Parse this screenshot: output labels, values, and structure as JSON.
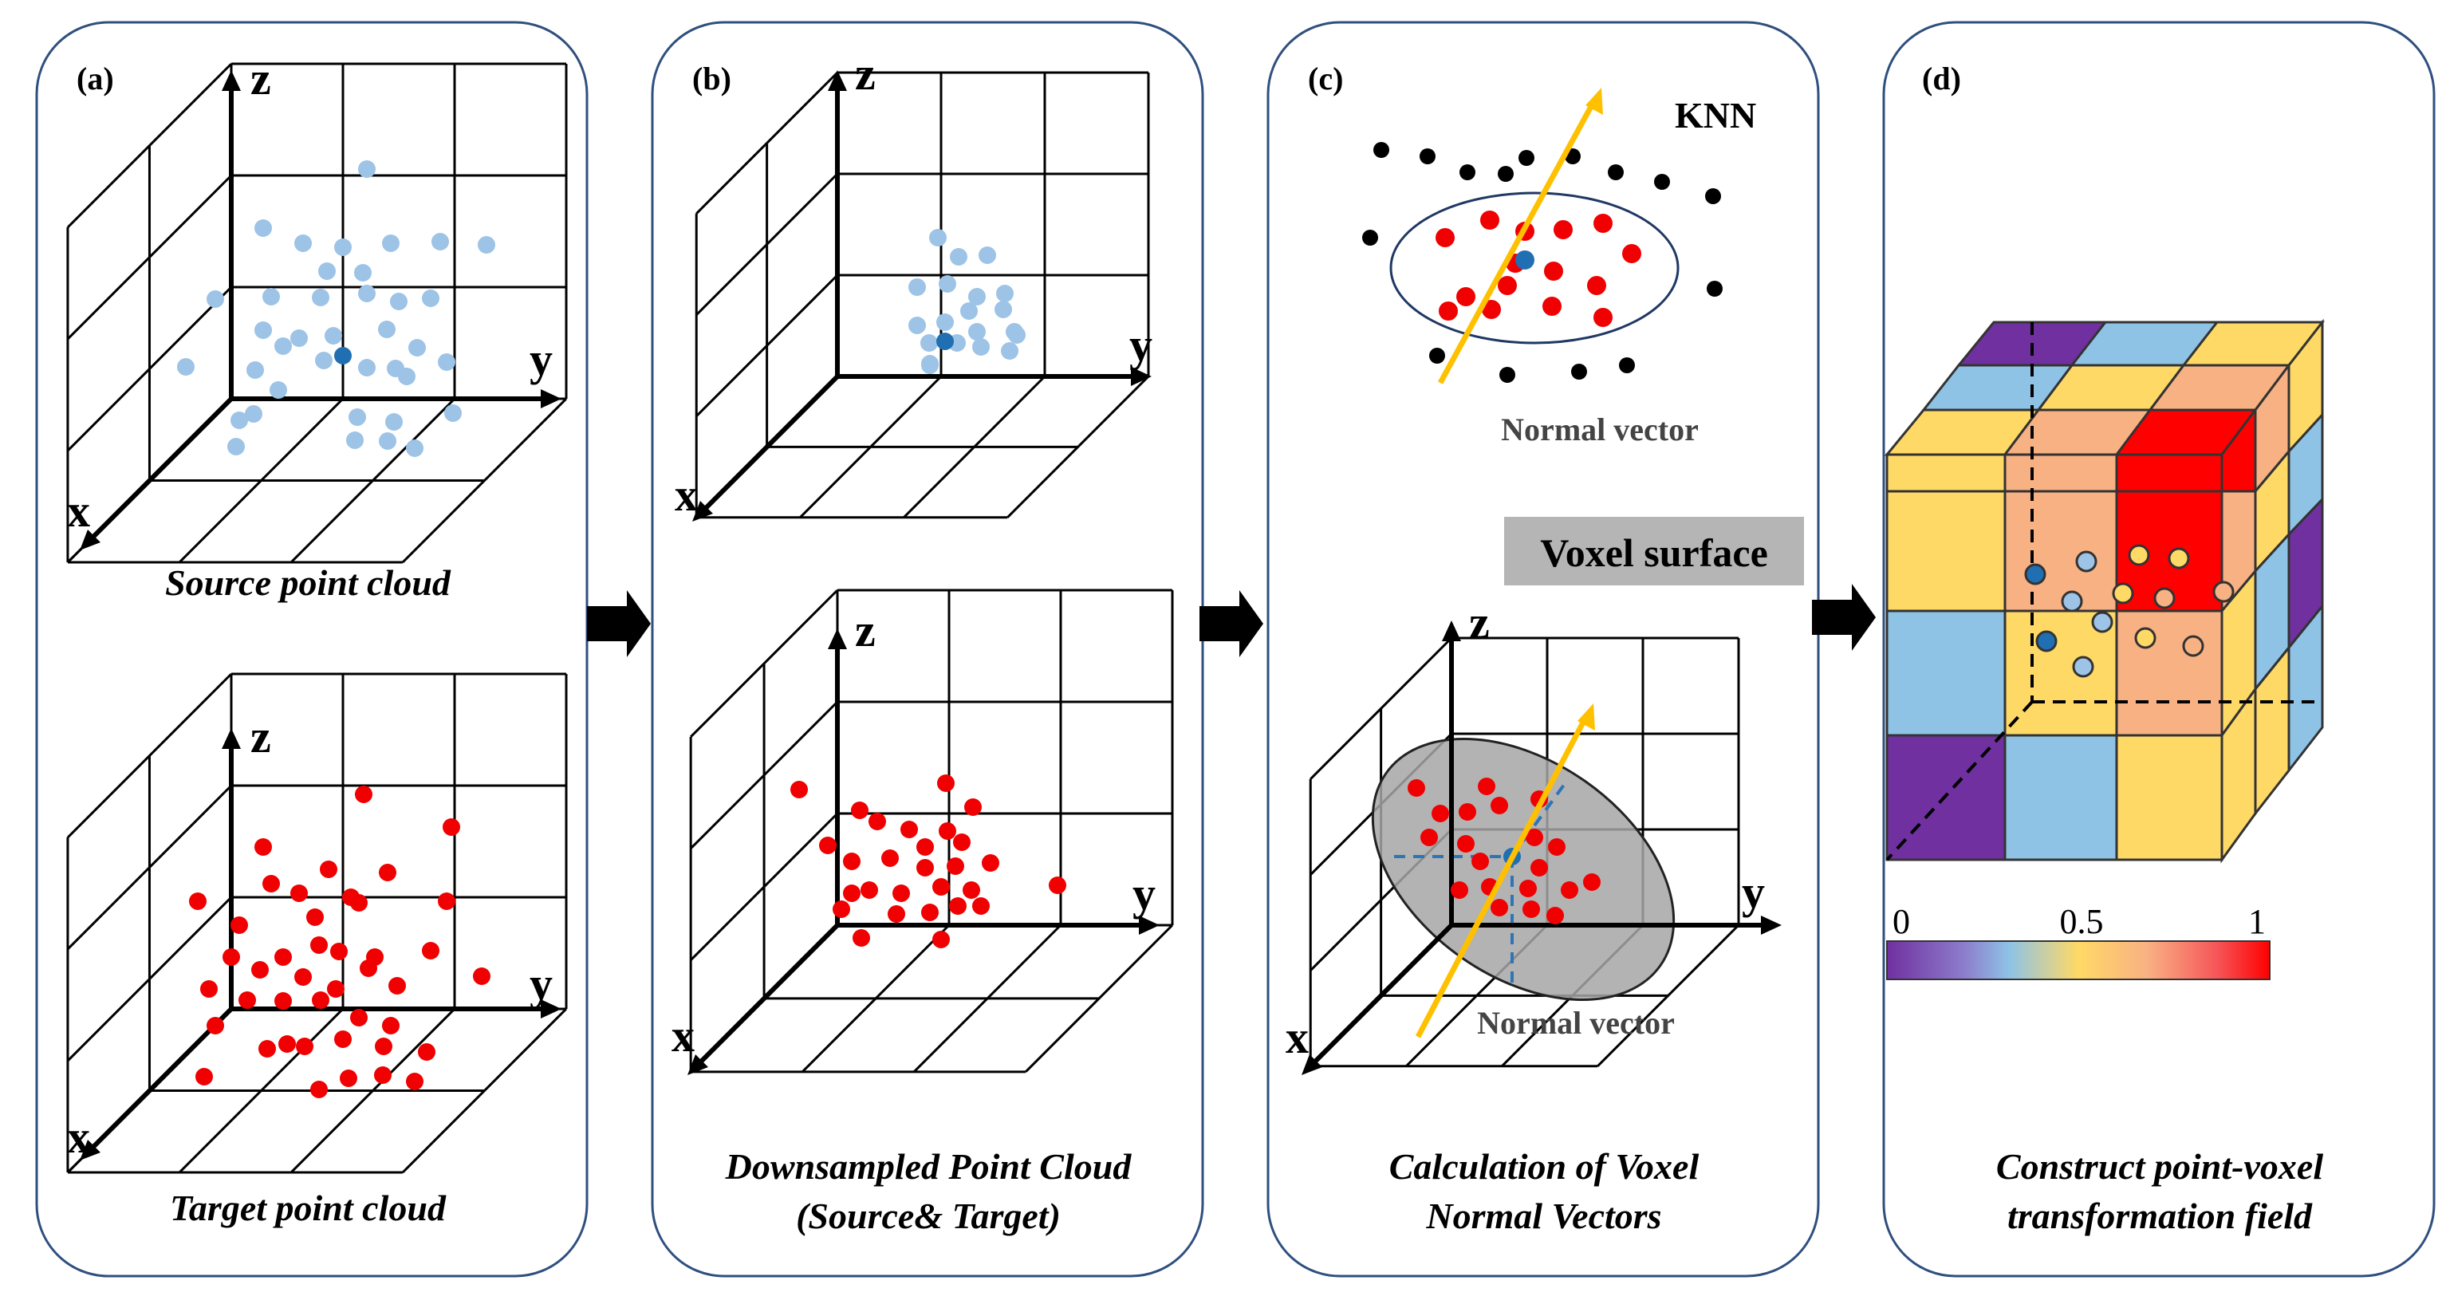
{
  "colors": {
    "source": "#9DC3E6",
    "source_highlight": "#1F6FB2",
    "target": "#F00000",
    "neighbor": "#000000",
    "normal": "#FFC000",
    "purple": "#7030A0",
    "lightblue": "#8EC3E6",
    "yellow": "#FFD966",
    "peach": "#F8B183",
    "red": "#FF0000"
  },
  "panels": {
    "a": {
      "label": "(a)",
      "axes": {
        "x": "x",
        "y": "y",
        "z": "z"
      },
      "caption_top": "Source point cloud",
      "caption_bottom": "Target point cloud"
    },
    "b": {
      "label": "(b)",
      "axes": {
        "x": "x",
        "y": "y",
        "z": "z"
      },
      "caption_line1": "Downsampled Point Cloud",
      "caption_line2": "(Source& Target)"
    },
    "c": {
      "label": "(c)",
      "knn_label": "KNN",
      "normal_vector_top": "Normal vector",
      "voxel_surface": "Voxel surface",
      "axes": {
        "x": "x",
        "y": "y",
        "z": "z"
      },
      "normal_vector_bottom": "Normal vector",
      "caption_line1": "Calculation of Voxel",
      "caption_line2": "Normal Vectors"
    },
    "d": {
      "label": "(d)",
      "colorbar": {
        "ticks": [
          "0",
          "0.5",
          "1"
        ],
        "min": 0,
        "max": 1
      },
      "caption_line1": "Construct point-voxel",
      "caption_line2": "transformation field"
    }
  },
  "arrows": [
    "arrow-a-b",
    "arrow-b-c",
    "arrow-c-d"
  ]
}
